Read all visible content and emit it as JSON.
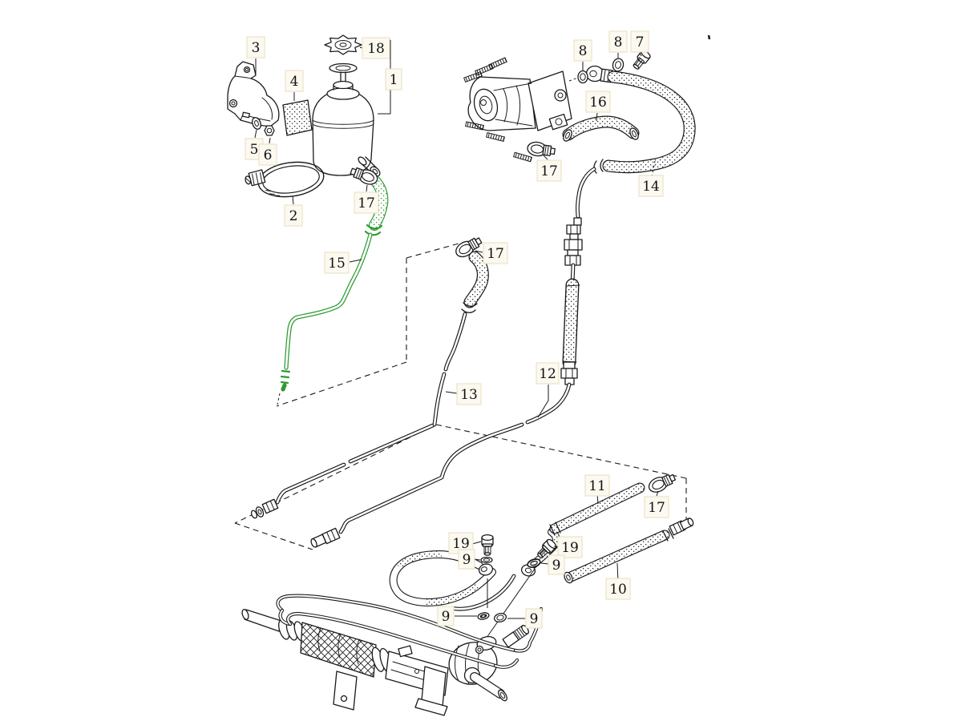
{
  "diagram": {
    "type": "exploded-parts-diagram",
    "colors": {
      "background": "#ffffff",
      "line": "#1a1a1a",
      "highlight_hose": "#2f9b33",
      "label_box_fill": "#fcf9f0",
      "label_box_border": "#e9ddbd"
    },
    "labels": [
      {
        "key": "3",
        "text": "3"
      },
      {
        "key": "18",
        "text": "18"
      },
      {
        "key": "1",
        "text": "1"
      },
      {
        "key": "4",
        "text": "4"
      },
      {
        "key": "5",
        "text": "5"
      },
      {
        "key": "6",
        "text": "6"
      },
      {
        "key": "2",
        "text": "2"
      },
      {
        "key": "17a",
        "text": "17"
      },
      {
        "key": "15",
        "text": "15"
      },
      {
        "key": "17b",
        "text": "17"
      },
      {
        "key": "13",
        "text": "13"
      },
      {
        "key": "8a",
        "text": "8"
      },
      {
        "key": "8b",
        "text": "8"
      },
      {
        "key": "7",
        "text": "7"
      },
      {
        "key": "16",
        "text": "16"
      },
      {
        "key": "17c",
        "text": "17"
      },
      {
        "key": "14",
        "text": "14"
      },
      {
        "key": "12",
        "text": "12"
      },
      {
        "key": "11",
        "text": "11"
      },
      {
        "key": "17d",
        "text": "17"
      },
      {
        "key": "19a",
        "text": "19"
      },
      {
        "key": "9a",
        "text": "9"
      },
      {
        "key": "19b",
        "text": "19"
      },
      {
        "key": "9b",
        "text": "9"
      },
      {
        "key": "9c",
        "text": "9"
      },
      {
        "key": "9d",
        "text": "9"
      },
      {
        "key": "10",
        "text": "10"
      }
    ]
  }
}
